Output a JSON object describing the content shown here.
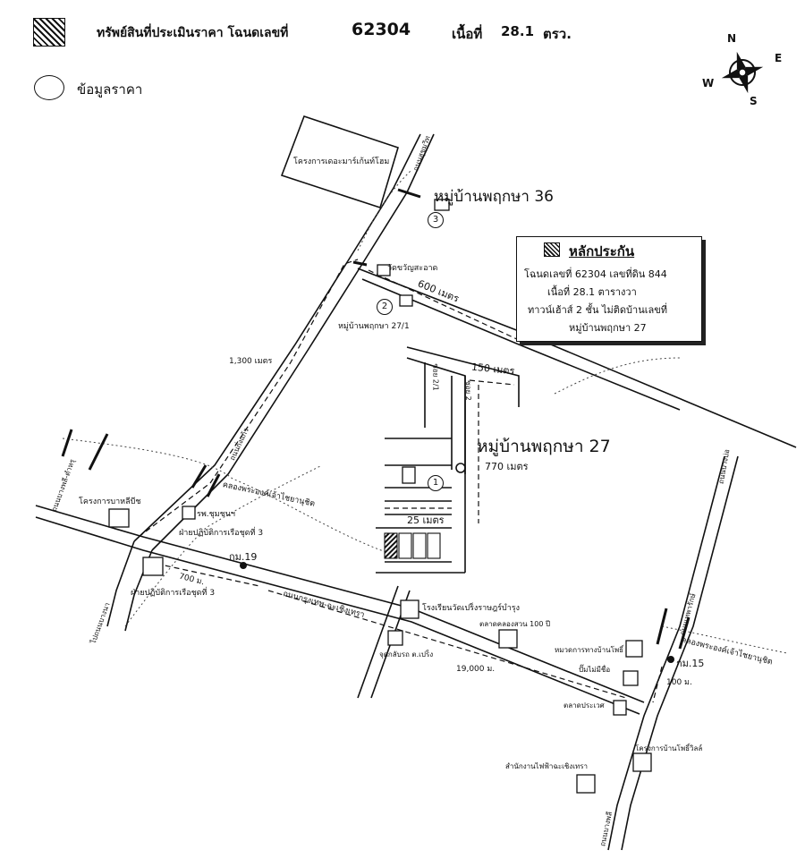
{
  "header": {
    "subject_label": "ทรัพย์สินที่ประเมินราคา โฉนดเลขที่",
    "deed_number": "62304",
    "area_label": "เนื้อที่",
    "area_value": "28.1",
    "area_unit": "ตรว.",
    "price_data_label": "ข้อมูลราคา"
  },
  "compass": {
    "n": "N",
    "e": "E",
    "s": "S",
    "w": "W"
  },
  "collateral": {
    "title": "หลักประกัน",
    "line1": "โฉนดเลขที่  62304  เลขที่ดิน 844",
    "line2": "เนื้อที่ 28.1 ตารางวา",
    "line3": "ทาวน์เฮ้าส์ 2 ชั้น ไม่ติดบ้านเลขที่",
    "line4": "หมู่บ้านพฤกษา 27"
  },
  "price_points": [
    "1",
    "2",
    "3"
  ],
  "labels": {
    "village36": "หมู่บ้านพฤกษา 36",
    "village27": "หมู่บ้านพฤกษา 27",
    "village27_1": "หมู่บ้านพฤกษา 27/1",
    "market_project": "โครงการเดอะมาร์เก้นท์โฮม",
    "temple": "วัดขวัญสะอาด",
    "dist_600": "600 เมตร",
    "dist_150": "150 เมตร",
    "dist_770": "770 เมตร",
    "dist_25": "25 เมตร",
    "dist_1300": "1,300 เมตร",
    "dist_700": "700 ม.",
    "dist_19000": "19,000 ม.",
    "dist_100": "100 ม.",
    "soi_21": "ซอย 2/1",
    "soi_2": "ซอย 2",
    "km19": "กม.19",
    "km15": "กม.15",
    "thachip": "โครงการบาหลีบีช",
    "hospital": "รพ.ชุมชนฯ",
    "navy3a": "ฝ่ายปฏิบัติการเรือชุดที่ 3",
    "navy3b": "ฝ่ายปฏิบัติการเรือชุดที่ 3",
    "school": "โรงเรียนวัดเปร็งราษฎร์บำรุง",
    "market100": "ตลาดคลองสวน 100 ปี",
    "village_bophi": "หมวดการทางบ้านโพธิ์",
    "fire": "ปั๊มไม่มีชื่อ",
    "pret": "จุดกลับรถ ต.เปร็ง",
    "prawet_market": "ตลาดประเวศ",
    "bophi_ville": "โครงการบ้านโพธิ์วิลล์",
    "electric": "สำนักงานไฟฟ้าฉะเชิงเทรา",
    "canal1": "คลองพระองค์เจ้าไชยานุชิต",
    "canal2": "คลองพระองค์เจ้าไชยานุชิต",
    "main_road": "ถนนกรุงเทพ-ฉะเชิงเทรา",
    "road_kingkaew": "ถนนกิ่งแก้ว",
    "road_r1": "ถนนสุขุมวิท",
    "road_left": "ถนนบางพลี-ตำหรุ",
    "road_right_top": "ถนนบางบ่อ",
    "road_right_mid": "ถนนเทพารักษ์",
    "road_right_bot": "ถนนบางพลี",
    "road_left_top": "ไปถนนบางนา"
  }
}
